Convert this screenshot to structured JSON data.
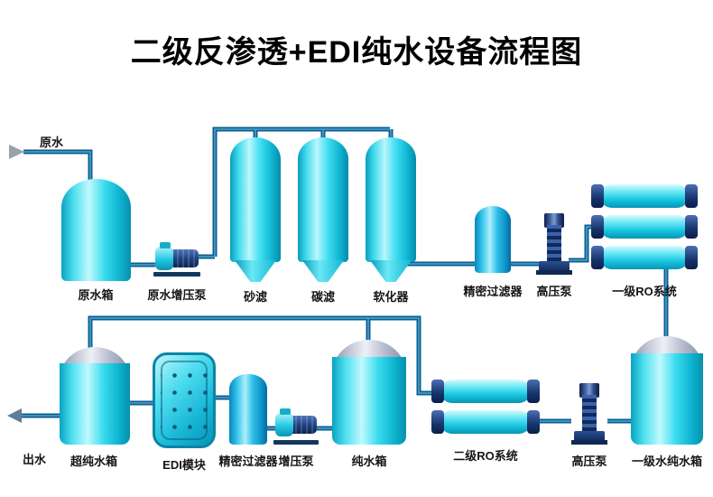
{
  "title": "二级反渗透+EDI纯水设备流程图",
  "flow": {
    "inlet_label": "原水",
    "outlet_label": "出水",
    "top_row": [
      {
        "id": "raw-water-tank",
        "label": "原水箱"
      },
      {
        "id": "raw-water-booster-pump",
        "label": "原水增压泵"
      },
      {
        "id": "sand-filter",
        "label": "砂滤"
      },
      {
        "id": "carbon-filter",
        "label": "碳滤"
      },
      {
        "id": "water-softener",
        "label": "软化器"
      },
      {
        "id": "precision-filter-1",
        "label": "精密过滤器"
      },
      {
        "id": "high-pressure-pump-1",
        "label": "高压泵"
      },
      {
        "id": "ro-system-1",
        "label": "一级RO系统"
      }
    ],
    "bottom_row": [
      {
        "id": "ultrapure-water-tank",
        "label": "超纯水箱"
      },
      {
        "id": "edi-module",
        "label": "EDI模块"
      },
      {
        "id": "precision-filter-2",
        "label": "精密过滤器"
      },
      {
        "id": "booster-pump-2",
        "label": "增压泵"
      },
      {
        "id": "pure-water-tank",
        "label": "纯水箱"
      },
      {
        "id": "ro-system-2",
        "label": "二级RO系统"
      },
      {
        "id": "high-pressure-pump-2",
        "label": "高压泵"
      },
      {
        "id": "stage1-pure-water-tank",
        "label": "一级水纯水箱"
      }
    ]
  },
  "colors": {
    "equipment_cyan": "#2bd6ec",
    "pipe": "#0d5c8f",
    "dome_gray": "#c6cad9",
    "pump_navy": "#1d3e7c",
    "title_text": "#000000"
  }
}
